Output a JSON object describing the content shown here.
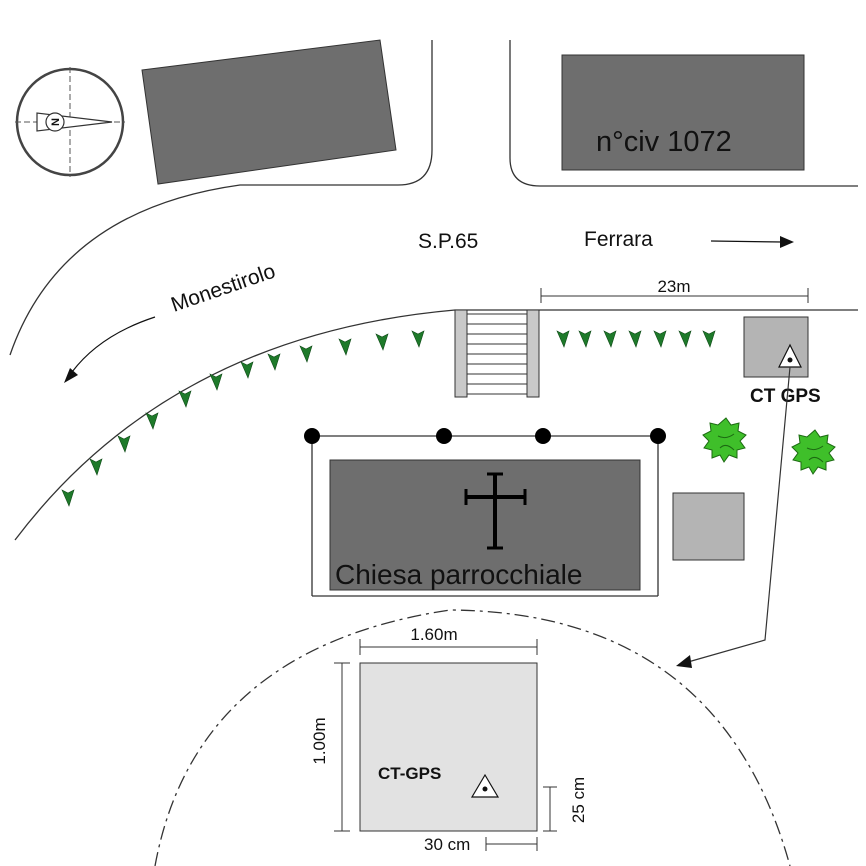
{
  "labels": {
    "road": "S.P.65",
    "direction_east": "Ferrara",
    "direction_west": "Monestirolo",
    "building_number": "n°civ 1072",
    "church": "Chiesa parrocchiale",
    "ct_gps": "CT GPS",
    "detail_ct_gps": "CT-GPS",
    "compass_letter": "N"
  },
  "dimensions": {
    "distance_to_station": "23m",
    "detail_width": "1.60m",
    "detail_height": "1.00m",
    "offset_x": "30 cm",
    "offset_y": "25 cm"
  },
  "colors": {
    "building_dark": "#6e6e6e",
    "building_light": "#b4b4b4",
    "detail_pad": "#e2e2e2",
    "steps_fill": "#c9c9c9",
    "hedge_green": "#1e7a2a",
    "tree_green": "#3fbf2a"
  },
  "icons": {
    "compass": "compass-rose-icon",
    "church_symbol": "cross-icon",
    "gps_marker": "triangle-dot-icon",
    "tree": "tree-icon"
  }
}
